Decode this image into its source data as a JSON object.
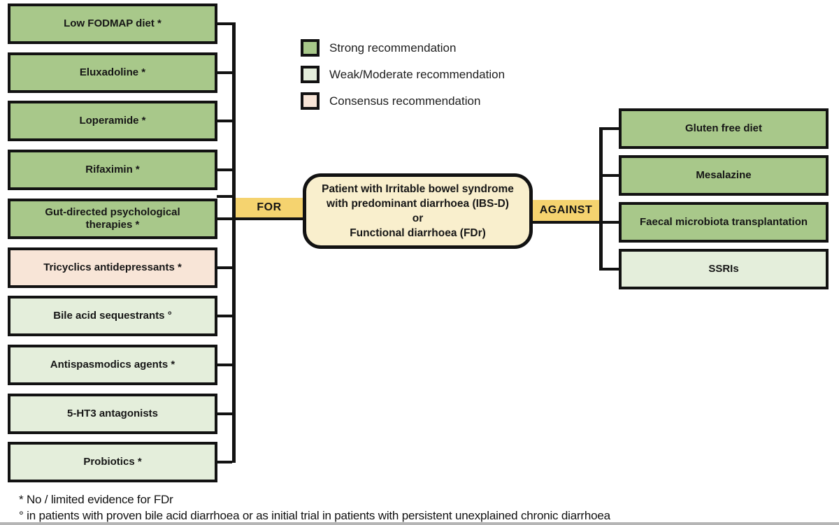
{
  "legend": {
    "items": [
      {
        "label": "Strong recommendation",
        "type": "strong"
      },
      {
        "label": "Weak/Moderate recommendation",
        "type": "weak"
      },
      {
        "label": "Consensus recommendation",
        "type": "consensus"
      }
    ]
  },
  "center": {
    "lines": [
      "Patient with Irritable bowel syndrome",
      "with predominant diarrhoea (IBS-D)",
      "or",
      "Functional diarrhoea (FDr)"
    ]
  },
  "for_band": {
    "label": "FOR"
  },
  "against_band": {
    "label": "AGAINST"
  },
  "left_column": {
    "items": [
      {
        "label": "Low FODMAP diet *",
        "type": "strong"
      },
      {
        "label": "Eluxadoline *",
        "type": "strong"
      },
      {
        "label": "Loperamide *",
        "type": "strong"
      },
      {
        "label": "Rifaximin *",
        "type": "strong"
      },
      {
        "label": "Gut-directed psychological therapies *",
        "type": "strong"
      },
      {
        "label": "Tricyclics antidepressants *",
        "type": "consensus"
      },
      {
        "label": "Bile acid sequestrants °",
        "type": "weak"
      },
      {
        "label": "Antispasmodics agents *",
        "type": "weak"
      },
      {
        "label": "5-HT3 antagonists",
        "type": "weak"
      },
      {
        "label": "Probiotics *",
        "type": "weak"
      }
    ]
  },
  "right_column": {
    "items": [
      {
        "label": "Gluten free diet",
        "type": "strong"
      },
      {
        "label": "Mesalazine",
        "type": "strong"
      },
      {
        "label": "Faecal microbiota transplantation",
        "type": "strong"
      },
      {
        "label": "SSRIs",
        "type": "weak"
      }
    ]
  },
  "footnotes": [
    "* No / limited evidence for FDr",
    "° in patients with proven bile acid diarrhoea or as initial trial in patients with persistent unexplained chronic diarrhoea"
  ],
  "colors": {
    "strong": "#a8c88a",
    "weak": "#e4eedb",
    "consensus": "#f8e5d7",
    "band": "#f5d36f",
    "center_fill": "#f9efcd",
    "border": "#121212",
    "footer_bar": "#b5b5b5"
  }
}
